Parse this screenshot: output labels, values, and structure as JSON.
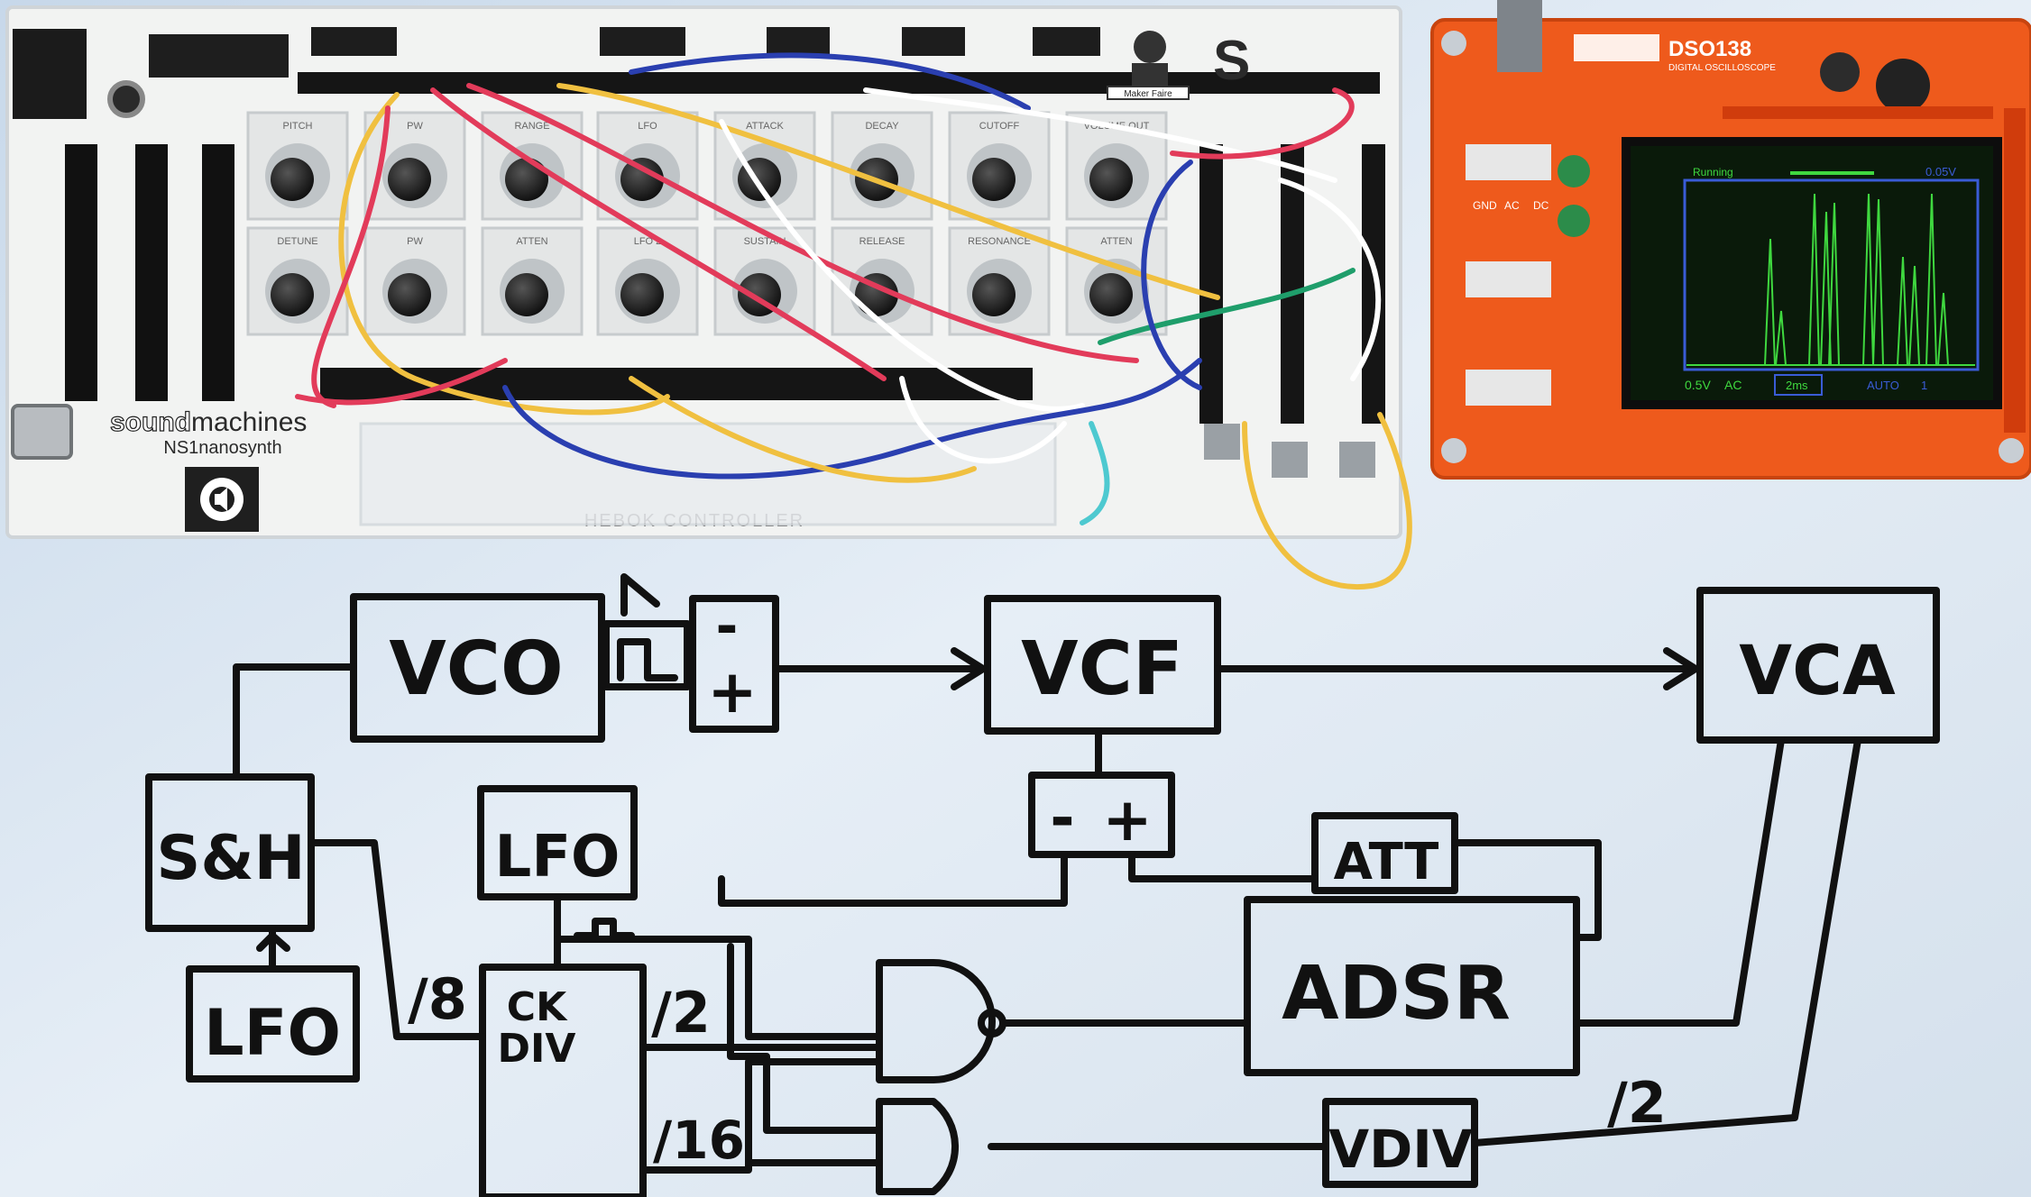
{
  "synth_board": {
    "brand": "soundmachines",
    "brand_bold": "sound",
    "brand_light": "machines",
    "model": "NS1nanosynth",
    "footer_text": "HEBOK CONTROLLER",
    "knob_labels_top": [
      "PITCH",
      "PW",
      "RANGE",
      "LFO",
      "ATTACK",
      "DECAY",
      "CUTOFF",
      "VOLUME OUT"
    ],
    "knob_labels_bottom": [
      "DETUNE",
      "PW",
      "ATTEN",
      "LFO 2",
      "SUSTAIN",
      "RELEASE",
      "RESONANCE",
      "ATTEN"
    ],
    "maker_faire": "Maker Faire"
  },
  "oscilloscope": {
    "model": "DSO138",
    "subtitle": "DIGITAL OSCILLOSCOPE",
    "screen_top_left": "Running",
    "screen_top_right": "0.05V",
    "screen_bottom": [
      "0.5V",
      "AC",
      "2ms",
      "AUTO",
      "1"
    ],
    "switch_labels": [
      "GND",
      "AC",
      "DC"
    ],
    "accent_color": "#ee5a1c",
    "trace_color": "#3fd83f"
  },
  "diagram": {
    "blocks": {
      "vco": "VCO",
      "vcf": "VCF",
      "vca": "VCA",
      "sh": "S&H",
      "lfo_top": "LFO",
      "lfo_bottom": "LFO",
      "ck_div_line1": "CK",
      "ck_div_line2": "DIV",
      "att": "ATT",
      "adsr": "ADSR",
      "vdiv": "VDIV"
    },
    "signs": {
      "mixer_minus": "-",
      "mixer_plus": "+",
      "cv_minus": "-",
      "cv_plus": "+"
    },
    "divisors": {
      "div8": "/8",
      "div2": "/2",
      "div16": "/16",
      "vdiv2": "/2"
    },
    "ink_color": "#111111",
    "board_color": "#e3ebf3"
  }
}
